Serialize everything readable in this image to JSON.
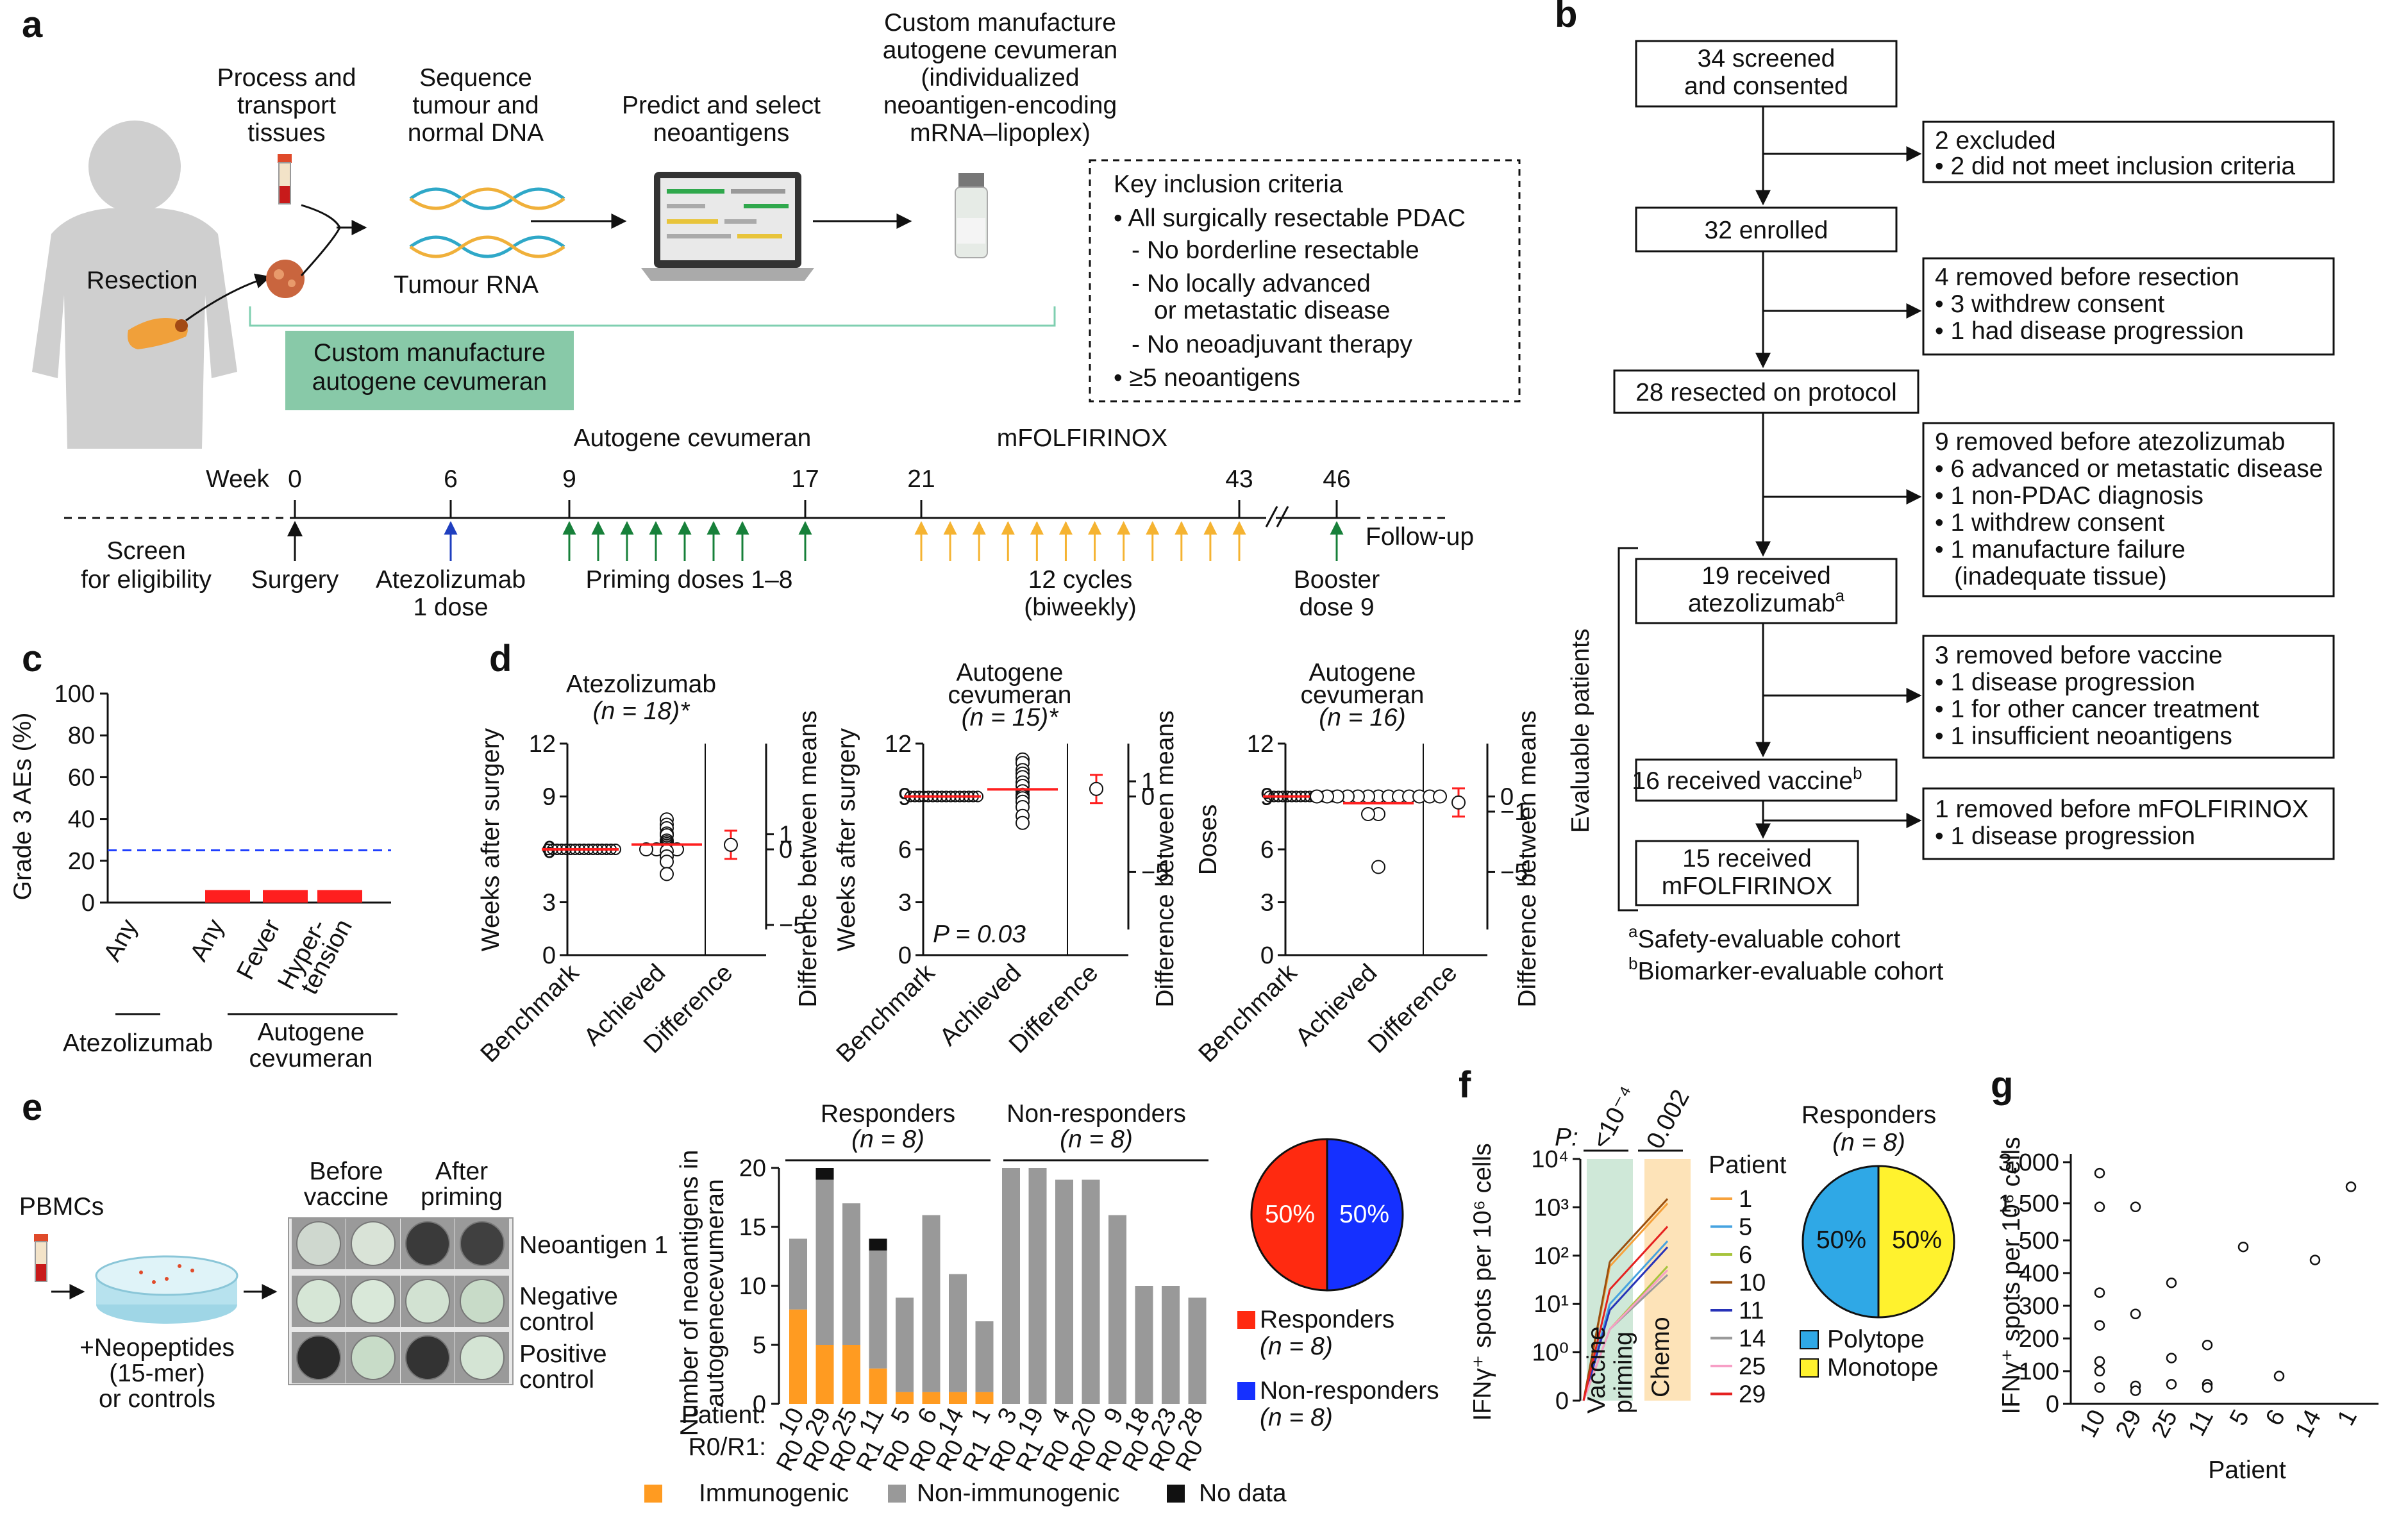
{
  "panel_labels": {
    "a": "a",
    "b": "b",
    "c": "c",
    "d": "d",
    "e": "e",
    "f": "f",
    "g": "g"
  },
  "a": {
    "steps": {
      "resection": "Resection",
      "process": [
        "Process and",
        "transport",
        "tissues"
      ],
      "sequence": [
        "Sequence",
        "tumour and",
        "normal DNA"
      ],
      "tumour_rna": "Tumour RNA",
      "predict": [
        "Predict and select",
        "neoantigens"
      ],
      "manufacture": [
        "Custom manufacture",
        "autogene cevumeran",
        "(individualized",
        "neoantigen-encoding",
        "mRNA–lipoplex)"
      ],
      "custom_box": [
        "Custom manufacture",
        "autogene cevumeran"
      ]
    },
    "criteria": {
      "title": "Key inclusion criteria",
      "lines": [
        "• All surgically resectable PDAC",
        "- No borderline resectable",
        "- No locally advanced",
        "or metastatic disease",
        "- No neoadjuvant therapy",
        "• ≥5 neoantigens"
      ]
    },
    "timeline": {
      "week_label": "Week",
      "weeks": [
        "0",
        "6",
        "9",
        "17",
        "21",
        "43",
        "46"
      ],
      "autogene": "Autogene cevumeran",
      "mfolfirinox": "mFOLFIRINOX",
      "screen": [
        "Screen",
        "for eligibility"
      ],
      "surgery": "Surgery",
      "atezo": [
        "Atezolizumab",
        "1 dose"
      ],
      "priming": "Priming doses 1–8",
      "cycles": [
        "12 cycles",
        "(biweekly)"
      ],
      "booster": [
        "Booster",
        "dose 9"
      ],
      "followup": "Follow-up"
    }
  },
  "b": {
    "main": [
      "34 screened",
      "and consented",
      "32 enrolled",
      "28 resected on protocol",
      "19 received",
      "atezolizumab",
      "a",
      "16 received vaccine",
      "b",
      "15 received",
      "mFOLFIRINOX"
    ],
    "side1": [
      "2 excluded",
      "• 2 did not meet inclusion criteria"
    ],
    "side2": [
      "4 removed before resection",
      "• 3 withdrew consent",
      "• 1 had disease progression"
    ],
    "side3": [
      "9 removed before atezolizumab",
      "• 6 advanced or metastatic disease",
      "• 1 non-PDAC diagnosis",
      "• 1 withdrew consent",
      "• 1 manufacture failure",
      "(inadequate tissue)"
    ],
    "side4": [
      "3 removed before vaccine",
      "• 1 disease progression",
      "• 1 for other cancer treatment",
      "• 1 insufficient neoantigens"
    ],
    "side5": [
      "1 removed before mFOLFIRINOX",
      "• 1 disease progression"
    ],
    "evaluable": "Evaluable patients",
    "foot_a_sup": "a",
    "foot_a": "Safety-evaluable cohort",
    "foot_b_sup": "b",
    "foot_b": "Biomarker-evaluable cohort"
  },
  "c": {
    "ylabel": "Grade 3 AEs (%)",
    "yticks": [
      "0",
      "20",
      "40",
      "60",
      "80",
      "100"
    ],
    "cats": [
      "Any",
      "Any",
      "Fever",
      "Hyper-",
      "tension"
    ],
    "groups": [
      "Atezolizumab",
      "Autogene",
      "cevumeran"
    ],
    "ref_color": "#1f3fff",
    "bar_color": "#ff1f1f"
  },
  "d": {
    "titles": [
      [
        "Atezolizumab",
        "(n = 18)*"
      ],
      [
        "Autogene",
        "cevumeran",
        "(n = 15)*"
      ],
      [
        "Autogene",
        "cevumeran",
        "(n = 16)"
      ]
    ],
    "ylabels": [
      "Weeks after surgery",
      "Weeks after surgery",
      "Doses"
    ],
    "y2label": "Difference between means",
    "yticks": [
      "0",
      "3",
      "6",
      "9",
      "12"
    ],
    "y2ticks_1": [
      "1",
      "0",
      "−5"
    ],
    "y2ticks_2": [
      "1",
      "0",
      "−5"
    ],
    "y2ticks_3": [
      "0",
      "−1",
      "−5"
    ],
    "xcats": [
      "Benchmark",
      "Achieved",
      "Difference"
    ],
    "pval": "P = 0.03"
  },
  "e": {
    "pbmcs": "PBMCs",
    "neopep": [
      "+Neopeptides",
      "(15-mer)",
      "or controls"
    ],
    "before": [
      "Before",
      "vaccine"
    ],
    "after": [
      "After",
      "priming"
    ],
    "rows": [
      "Neoantigen 1",
      "Negative",
      "control",
      "Positive",
      "control"
    ],
    "ylabel": [
      "Number of neoantigens in",
      "autogenecevumeran"
    ],
    "yticks": [
      "0",
      "5",
      "10",
      "15",
      "20"
    ],
    "responders": [
      "Responders",
      "(n = 8)"
    ],
    "nonresponders": [
      "Non-responders",
      "(n = 8)"
    ],
    "patient_label": "Patient:",
    "r_label": "R0/R1:",
    "legend": [
      "Immunogenic",
      "Non-immunogenic",
      "No data"
    ],
    "pie_left": "50%",
    "pie_right": "50%",
    "pie_legend": [
      "Responders",
      "(n = 8)",
      "Non-responders",
      "(n = 8)"
    ],
    "colors": {
      "immuno": "#ff9b21",
      "non": "#999999",
      "nodata": "#111111",
      "resp": "#ff2a10",
      "nonresp": "#1530ff"
    }
  },
  "f": {
    "ylabel": "IFNγ⁺ spots per 10⁶ cells",
    "p_label": "P:",
    "p1": "<10⁻⁴",
    "p2": "0.002",
    "yticks": [
      "0",
      "10⁰",
      "10¹",
      "10²",
      "10³",
      "10⁴"
    ],
    "xcats": [
      [
        "Vaccine",
        "priming"
      ],
      [
        "Chemo"
      ]
    ],
    "legend_title": "Patient",
    "patients": [
      "1",
      "5",
      "6",
      "10",
      "11",
      "14",
      "25",
      "29"
    ],
    "patient_colors": [
      "#f7a23c",
      "#46a3e0",
      "#a6c43c",
      "#9a4f0f",
      "#2732b8",
      "#9a9a9a",
      "#f79fc6",
      "#e52120"
    ],
    "pie_title": [
      "Responders",
      "(n = 8)"
    ],
    "pie_left": "50%",
    "pie_right": "50%",
    "pie_legend": [
      "Polytope",
      "Monotope"
    ],
    "colors": {
      "poly": "#2fa8e6",
      "mono": "#fff22e"
    }
  },
  "g": {
    "ylabel": "IFNγ⁺ spots per 10⁶ cells",
    "yticks": [
      "0",
      "100",
      "200",
      "300",
      "400",
      "500",
      "1,500",
      "3,000"
    ],
    "xcats": [
      "10",
      "29",
      "25",
      "11",
      "5",
      "6",
      "14",
      "1"
    ],
    "xlabel": "Patient"
  },
  "chart_data": [
    {
      "type": "bar",
      "title": "",
      "categories": [
        "Atezolizumab Any",
        "Autogene cevumeran Any",
        "Fever",
        "Hypertension"
      ],
      "values": [
        0,
        6,
        6,
        6
      ],
      "ylabel": "Grade 3 AEs (%)",
      "ylim": [
        0,
        100
      ],
      "reference_line": 25
    },
    {
      "type": "scatter",
      "title": "Atezolizumab (n = 18)*",
      "ylabel": "Weeks after surgery",
      "ylim": [
        0,
        12
      ],
      "series": [
        {
          "name": "Benchmark",
          "values": [
            6
          ]
        },
        {
          "name": "Achieved",
          "values": [
            7.7,
            7.4,
            7.2,
            6.9,
            6.8,
            6.5,
            6.4,
            6.3,
            6.2,
            6.1,
            6,
            6,
            6,
            6,
            5.9,
            5.6,
            5.3,
            4.6
          ]
        },
        {
          "name": "Difference",
          "values": [
            0.3
          ]
        }
      ]
    },
    {
      "type": "scatter",
      "title": "Autogene cevumeran (n = 15)*",
      "ylabel": "Weeks after surgery",
      "ylim": [
        0,
        12
      ],
      "series": [
        {
          "name": "Benchmark",
          "values": [
            9
          ]
        },
        {
          "name": "Achieved",
          "values": [
            11.1,
            10.9,
            10.5,
            10.3,
            10.1,
            9.8,
            9.6,
            9.3,
            9.1,
            9,
            8.9,
            8.7,
            8.4,
            7.9,
            7.5
          ]
        },
        {
          "name": "Difference",
          "values": [
            0.5
          ]
        }
      ]
    },
    {
      "type": "scatter",
      "title": "Autogene cevumeran (n = 16)",
      "ylabel": "Doses",
      "ylim": [
        0,
        12
      ],
      "series": [
        {
          "name": "Benchmark",
          "values": [
            9
          ]
        },
        {
          "name": "Achieved",
          "values": [
            9,
            9,
            9,
            9,
            9,
            9,
            9,
            9,
            9,
            9,
            9,
            9,
            9,
            8,
            8,
            5
          ]
        },
        {
          "name": "Difference",
          "values": [
            -0.4
          ]
        }
      ]
    },
    {
      "type": "bar",
      "title": "",
      "ylabel": "Number of neoantigens in autogenecevumeran",
      "categories": [
        "10",
        "29",
        "25",
        "11",
        "5",
        "6",
        "14",
        "1",
        "3",
        "19",
        "4",
        "20",
        "9",
        "18",
        "23",
        "28"
      ],
      "r_status": [
        "R0",
        "R0",
        "R0",
        "R1",
        "R0",
        "R0",
        "R0",
        "R1",
        "R0",
        "R1",
        "R0",
        "R0",
        "R0",
        "R0",
        "R0",
        "R0"
      ],
      "series": [
        {
          "name": "Immunogenic",
          "values": [
            8,
            5,
            5,
            3,
            1,
            1,
            1,
            1,
            0,
            0,
            0,
            0,
            0,
            0,
            0,
            0
          ]
        },
        {
          "name": "Non-immunogenic",
          "values": [
            6,
            14,
            12,
            10,
            8,
            15,
            10,
            6,
            20,
            20,
            19,
            19,
            16,
            10,
            10,
            9
          ]
        },
        {
          "name": "No data",
          "values": [
            0,
            1,
            0,
            1,
            0,
            0,
            0,
            0,
            0,
            0,
            0,
            0,
            0,
            0,
            0,
            0
          ]
        }
      ]
    },
    {
      "type": "pie",
      "title": "",
      "categories": [
        "Responders",
        "Non-responders"
      ],
      "values": [
        50,
        50
      ]
    },
    {
      "type": "line",
      "title": "",
      "ylabel": "IFNγ⁺ spots per 10⁶ cells",
      "yscale": "log",
      "x": [
        "Vaccine priming",
        "Chemo"
      ],
      "series": [
        {
          "name": "1",
          "values": [
            0,
            1200
          ]
        },
        {
          "name": "5",
          "values": [
            0,
            200
          ]
        },
        {
          "name": "6",
          "values": [
            0,
            60
          ]
        },
        {
          "name": "10",
          "values": [
            0,
            1500
          ]
        },
        {
          "name": "11",
          "values": [
            0,
            150
          ]
        },
        {
          "name": "14",
          "values": [
            0,
            40
          ]
        },
        {
          "name": "25",
          "values": [
            0,
            50
          ]
        },
        {
          "name": "29",
          "values": [
            0,
            400
          ]
        }
      ]
    },
    {
      "type": "pie",
      "title": "Responders (n = 8)",
      "categories": [
        "Polytope",
        "Monotope"
      ],
      "values": [
        50,
        50
      ]
    },
    {
      "type": "scatter",
      "title": "",
      "ylabel": "IFNγ⁺ spots per 10⁶ cells",
      "xlabel": "Patient",
      "categories": [
        "10",
        "29",
        "25",
        "11",
        "5",
        "6",
        "14",
        "1"
      ],
      "points": [
        [
          "10",
          2600
        ],
        [
          "10",
          1400
        ],
        [
          "10",
          340
        ],
        [
          "10",
          240
        ],
        [
          "10",
          130
        ],
        [
          "10",
          100
        ],
        [
          "10",
          50
        ],
        [
          "29",
          1400
        ],
        [
          "29",
          275
        ],
        [
          "29",
          55
        ],
        [
          "29",
          40
        ],
        [
          "25",
          370
        ],
        [
          "25",
          140
        ],
        [
          "25",
          60
        ],
        [
          "11",
          180
        ],
        [
          "11",
          60
        ],
        [
          "11",
          50
        ],
        [
          "5",
          480
        ],
        [
          "6",
          85
        ],
        [
          "14",
          440
        ],
        [
          "1",
          2100
        ]
      ]
    }
  ]
}
